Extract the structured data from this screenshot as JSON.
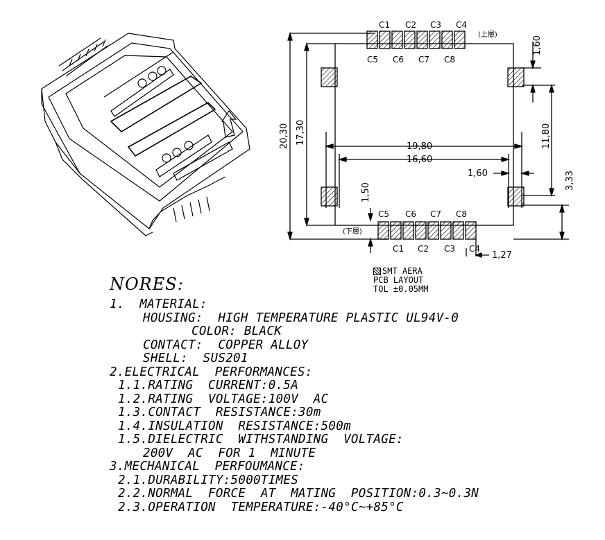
{
  "top_pads": {
    "row1": [
      "C1",
      "C2",
      "C3",
      "C4"
    ],
    "row2": [
      "C5",
      "C6",
      "C7",
      "C8"
    ],
    "side_note": "(上層)"
  },
  "bottom_pads": {
    "row1": [
      "C5",
      "C6",
      "C7",
      "C8"
    ],
    "row2": [
      "C1",
      "C2",
      "C3",
      "C4"
    ],
    "side_note": "(下層)"
  },
  "dims": {
    "d1": "1,60",
    "d2": "20,30",
    "d3": "17,30",
    "d4": "11,80",
    "d5": "19,80",
    "d6": "16,60",
    "d7": "1,60",
    "d8": "3,33",
    "d9": "1,50",
    "d10": "1,27"
  },
  "legend": {
    "l1": "SMT AERA",
    "l2": "PCB LAYOUT",
    "l3": "TOL ±0.05MM"
  },
  "notes": {
    "title": "NORES:",
    "lines": [
      "1.  MATERIAL:",
      "HOUSING:  HIGH TEMPERATURE PLASTIC UL94V-0",
      "COLOR: BLACK",
      "CONTACT:  COPPER ALLOY",
      "SHELL:  SUS201",
      "2.ELECTRICAL  PERFORMANCES:",
      "1.1.RATING  CURRENT:0.5A",
      "1.2.RATING  VOLTAGE:100V  AC",
      "1.3.CONTACT  RESISTANCE:30m",
      "1.4.INSULATION  RESISTANCE:500m",
      "1.5.DIELECTRIC  WITHSTANDING  VOLTAGE:",
      "200V  AC  FOR 1  MINUTE",
      "3.MECHANICAL  PERFOUMANCE:",
      "2.1.DURABILITY:5000TIMES",
      "2.2.NORMAL  FORCE  AT  MATING  POSITION:0.3~0.3N",
      "2.3.OPERATION  TEMPERATURE:-40°C~+85°C"
    ]
  }
}
